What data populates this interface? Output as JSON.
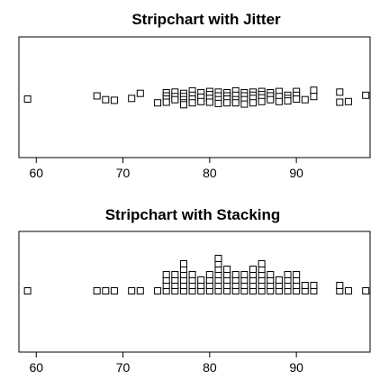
{
  "chart_data": [
    {
      "type": "scatter",
      "method": "jitter",
      "title": "Stripchart with Jitter",
      "xlabel": "",
      "ylabel": "",
      "xlim": [
        58,
        98.5
      ],
      "xticks": [
        60,
        70,
        80,
        90
      ],
      "points": [
        {
          "x": 59,
          "j": 0.0
        },
        {
          "x": 67,
          "j": 0.5
        },
        {
          "x": 68,
          "j": -0.1
        },
        {
          "x": 69,
          "j": -0.2
        },
        {
          "x": 71,
          "j": 0.1
        },
        {
          "x": 72,
          "j": 0.9
        },
        {
          "x": 74,
          "j": -0.6
        },
        {
          "x": 75,
          "j": 1.0
        },
        {
          "x": 75,
          "j": 0.5
        },
        {
          "x": 75,
          "j": 0.0
        },
        {
          "x": 75,
          "j": -0.5
        },
        {
          "x": 76,
          "j": 1.1
        },
        {
          "x": 76,
          "j": 0.4
        },
        {
          "x": 76,
          "j": -0.1
        },
        {
          "x": 77,
          "j": 0.9
        },
        {
          "x": 77,
          "j": 0.4
        },
        {
          "x": 77,
          "j": -0.1
        },
        {
          "x": 77,
          "j": -0.6
        },
        {
          "x": 77,
          "j": -0.9
        },
        {
          "x": 78,
          "j": 1.3
        },
        {
          "x": 78,
          "j": 0.6
        },
        {
          "x": 78,
          "j": 0.0
        },
        {
          "x": 78,
          "j": -0.6
        },
        {
          "x": 79,
          "j": 1.0
        },
        {
          "x": 79,
          "j": 0.3
        },
        {
          "x": 79,
          "j": -0.4
        },
        {
          "x": 80,
          "j": 1.2
        },
        {
          "x": 80,
          "j": 0.7
        },
        {
          "x": 80,
          "j": 0.1
        },
        {
          "x": 80,
          "j": -0.5
        },
        {
          "x": 81,
          "j": 1.1
        },
        {
          "x": 81,
          "j": 0.5
        },
        {
          "x": 81,
          "j": -0.1
        },
        {
          "x": 81,
          "j": -0.7
        },
        {
          "x": 82,
          "j": 1.0
        },
        {
          "x": 82,
          "j": 0.5
        },
        {
          "x": 82,
          "j": 0.0
        },
        {
          "x": 82,
          "j": -0.6
        },
        {
          "x": 83,
          "j": 1.3
        },
        {
          "x": 83,
          "j": 0.6
        },
        {
          "x": 83,
          "j": -0.1
        },
        {
          "x": 83,
          "j": -0.6
        },
        {
          "x": 84,
          "j": 1.0
        },
        {
          "x": 84,
          "j": 0.5
        },
        {
          "x": 84,
          "j": -0.1
        },
        {
          "x": 84,
          "j": -0.8
        },
        {
          "x": 85,
          "j": 1.1
        },
        {
          "x": 85,
          "j": 0.6
        },
        {
          "x": 85,
          "j": 0.1
        },
        {
          "x": 85,
          "j": -0.6
        },
        {
          "x": 86,
          "j": 1.2
        },
        {
          "x": 86,
          "j": 0.7
        },
        {
          "x": 86,
          "j": 0.2
        },
        {
          "x": 86,
          "j": -0.4
        },
        {
          "x": 87,
          "j": 1.0
        },
        {
          "x": 87,
          "j": 0.5
        },
        {
          "x": 87,
          "j": -0.1
        },
        {
          "x": 88,
          "j": 1.2
        },
        {
          "x": 88,
          "j": 0.4
        },
        {
          "x": 88,
          "j": -0.4
        },
        {
          "x": 89,
          "j": 0.6
        },
        {
          "x": 89,
          "j": 0.1
        },
        {
          "x": 89,
          "j": -0.3
        },
        {
          "x": 90,
          "j": 1.2
        },
        {
          "x": 90,
          "j": 0.6
        },
        {
          "x": 90,
          "j": 0.0
        },
        {
          "x": 91,
          "j": -0.1
        },
        {
          "x": 92,
          "j": 1.4
        },
        {
          "x": 92,
          "j": 0.4
        },
        {
          "x": 95,
          "j": 1.1
        },
        {
          "x": 95,
          "j": -0.5
        },
        {
          "x": 96,
          "j": -0.4
        },
        {
          "x": 98,
          "j": 0.6
        }
      ]
    },
    {
      "type": "scatter",
      "method": "stack",
      "title": "Stripchart with Stacking",
      "xlabel": "",
      "ylabel": "",
      "xlim": [
        58,
        98.5
      ],
      "xticks": [
        60,
        70,
        80,
        90
      ],
      "counts": [
        {
          "x": 59,
          "n": 1
        },
        {
          "x": 67,
          "n": 1
        },
        {
          "x": 68,
          "n": 1
        },
        {
          "x": 69,
          "n": 1
        },
        {
          "x": 71,
          "n": 1
        },
        {
          "x": 72,
          "n": 1
        },
        {
          "x": 74,
          "n": 1
        },
        {
          "x": 75,
          "n": 4
        },
        {
          "x": 76,
          "n": 4
        },
        {
          "x": 77,
          "n": 6
        },
        {
          "x": 78,
          "n": 4
        },
        {
          "x": 79,
          "n": 3
        },
        {
          "x": 80,
          "n": 4
        },
        {
          "x": 81,
          "n": 7
        },
        {
          "x": 82,
          "n": 5
        },
        {
          "x": 83,
          "n": 4
        },
        {
          "x": 84,
          "n": 4
        },
        {
          "x": 85,
          "n": 5
        },
        {
          "x": 86,
          "n": 6
        },
        {
          "x": 87,
          "n": 4
        },
        {
          "x": 88,
          "n": 3
        },
        {
          "x": 89,
          "n": 4
        },
        {
          "x": 90,
          "n": 4
        },
        {
          "x": 91,
          "n": 2
        },
        {
          "x": 92,
          "n": 2
        },
        {
          "x": 95,
          "n": 2
        },
        {
          "x": 96,
          "n": 1
        },
        {
          "x": 98,
          "n": 1
        }
      ]
    }
  ]
}
